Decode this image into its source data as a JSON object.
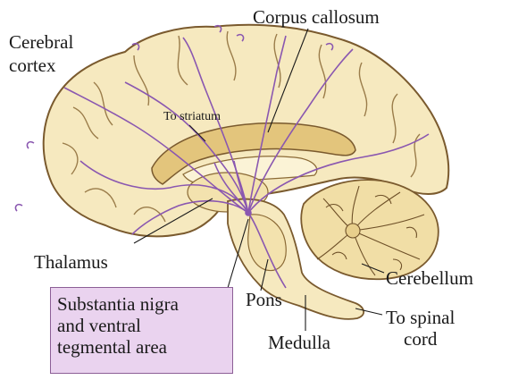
{
  "diagram": {
    "labels": {
      "corpus_callosum": "Corpus callosum",
      "cerebral_cortex_line1": "Cerebral",
      "cerebral_cortex_line2": "cortex",
      "to_striatum": "To striatum",
      "thalamus": "Thalamus",
      "pons": "Pons",
      "cerebellum": "Cerebellum",
      "medulla": "Medulla",
      "to_spinal_cord_line1": "To spinal",
      "to_spinal_cord_line2": "cord",
      "substantia_nigra_line1": "Substantia nigra",
      "substantia_nigra_line2": "and ventral",
      "substantia_nigra_line3": "tegmental area"
    },
    "colors": {
      "brain_fill": "#f6e9bf",
      "brain_outline": "#7a5a2e",
      "pathway": "#8a57b0",
      "callosum_fill": "#e3c57c",
      "highlight_box": "#ead3ef"
    }
  }
}
